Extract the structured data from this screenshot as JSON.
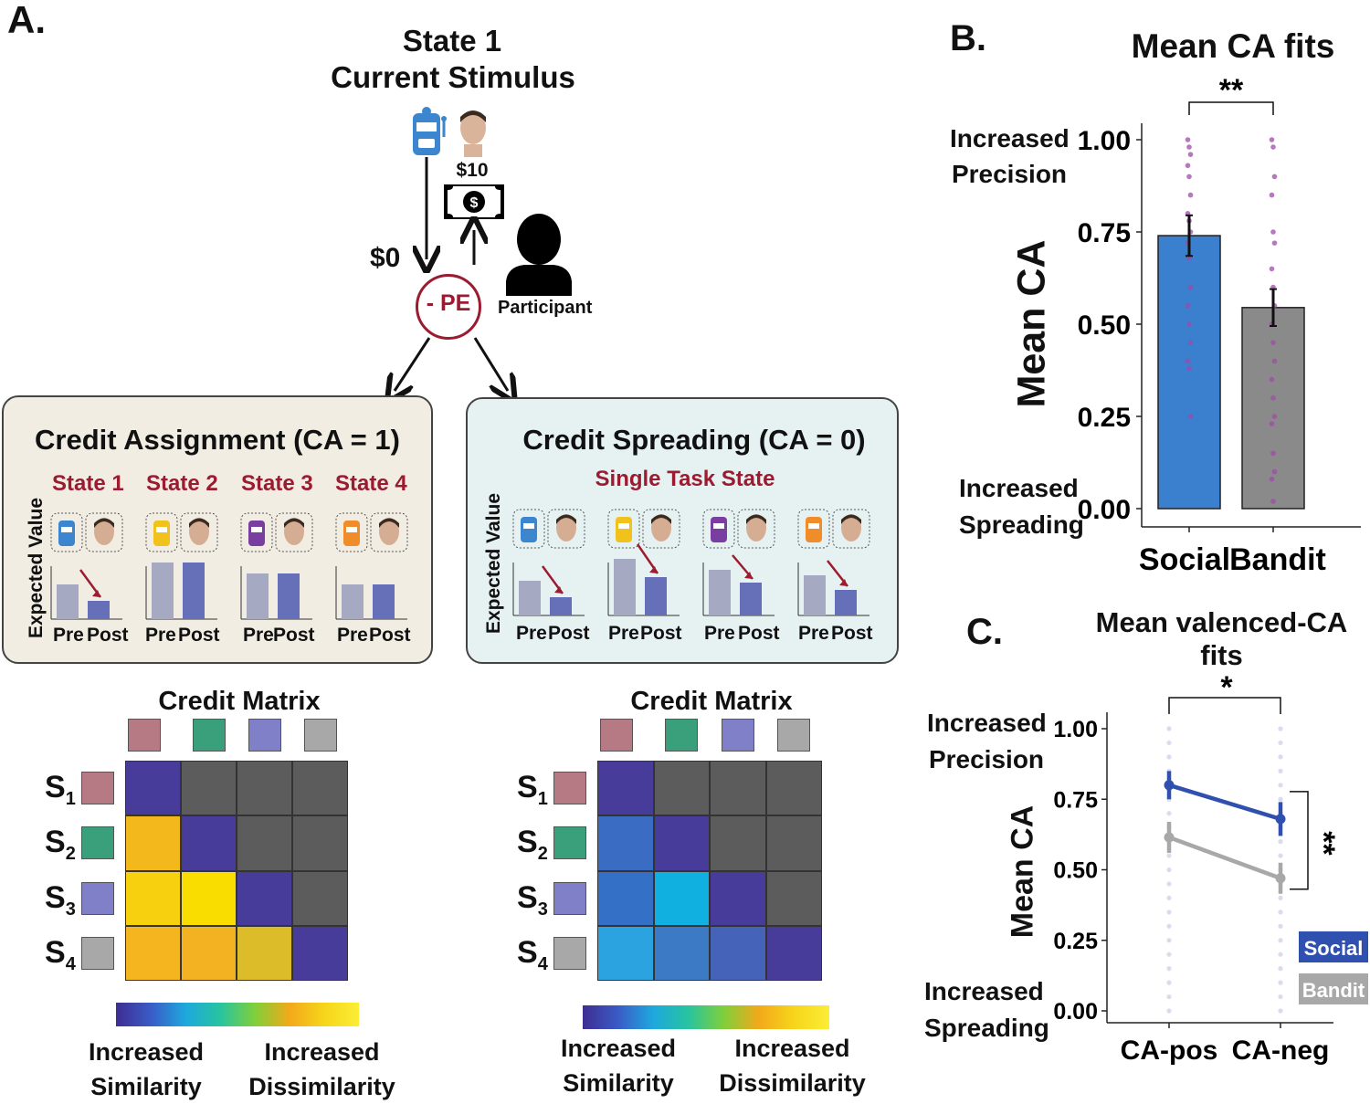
{
  "panel_a": {
    "label": "A.",
    "state1_title": "State 1",
    "state1_subtitle": "Current Stimulus",
    "reward_shown": "$10",
    "reward_missed": "$0",
    "pe_label": "- PE",
    "participant_label": "Participant",
    "ca_box": {
      "title": "Credit Assignment (CA = 1)",
      "states": [
        "State 1",
        "State 2",
        "State 3",
        "State 4"
      ],
      "ylabel": "Expected Value",
      "xlabels": [
        "Pre",
        "Post"
      ]
    },
    "cs_box": {
      "title": "Credit Spreading (CA = 0)",
      "subtitle": "Single Task State",
      "ylabel": "Expected Value",
      "xlabels": [
        "Pre",
        "Post"
      ]
    },
    "matrix_title": "Credit Matrix",
    "row_labels": [
      "S",
      "S",
      "S",
      "S"
    ],
    "row_subscripts": [
      "1",
      "2",
      "3",
      "4"
    ],
    "state_colors": [
      "#b57a84",
      "#3aa07c",
      "#8080c8",
      "#a8a8a8"
    ],
    "colorbar_left": "Increased Similarity",
    "colorbar_right": "Increased Dissimilarity"
  },
  "panel_b": {
    "label": "B.",
    "title": "Mean CA fits",
    "ylabel": "Mean CA",
    "top_annot": "Increased Precision",
    "bottom_annot": "Increased Spreading",
    "significance": "**"
  },
  "panel_c": {
    "label": "C.",
    "title": "Mean valenced-CA fits",
    "ylabel": "Mean CA",
    "top_annot": "Increased Precision",
    "bottom_annot": "Increased Spreading",
    "sig_top": "*",
    "sig_side": "**",
    "legend": [
      "Social",
      "Bandit"
    ]
  },
  "chart_data": [
    {
      "type": "bar",
      "categories": [
        "Social",
        "Bandit"
      ],
      "values": [
        0.74,
        0.545
      ],
      "errors": [
        0.055,
        0.05
      ],
      "colors": [
        "#3b7fcf",
        "#8a8a8a"
      ],
      "yticks": [
        "0.00",
        "0.25",
        "0.50",
        "0.75",
        "1.00"
      ],
      "ylim": [
        0,
        1.0
      ],
      "points": [
        [
          1.0,
          0.98,
          0.96,
          0.93,
          0.9,
          0.85,
          0.8,
          0.78,
          0.75,
          0.72,
          0.68,
          0.6,
          0.55,
          0.5,
          0.45,
          0.4,
          0.38,
          0.25
        ],
        [
          1.0,
          0.98,
          0.9,
          0.85,
          0.75,
          0.72,
          0.65,
          0.6,
          0.55,
          0.5,
          0.45,
          0.4,
          0.35,
          0.3,
          0.25,
          0.23,
          0.15,
          0.1,
          0.08,
          0.02
        ]
      ]
    },
    {
      "type": "line",
      "categories": [
        "CA-pos",
        "CA-neg"
      ],
      "yticks": [
        "0.00",
        "0.25",
        "0.50",
        "0.75",
        "1.00"
      ],
      "ylim": [
        0,
        1.0
      ],
      "series": [
        {
          "name": "Social",
          "values": [
            0.8,
            0.68
          ],
          "errors": [
            0.05,
            0.06
          ],
          "color": "#3050b0"
        },
        {
          "name": "Bandit",
          "values": [
            0.615,
            0.47
          ],
          "errors": [
            0.055,
            0.055
          ],
          "color": "#a8a8a8"
        }
      ]
    },
    {
      "type": "heatmap",
      "name": "credit-assignment-matrix",
      "values": [
        [
          "#483c9a",
          "#5c5c5c",
          "#5c5c5c",
          "#5c5c5c"
        ],
        [
          "#f3b81b",
          "#483c9a",
          "#5c5c5c",
          "#5c5c5c"
        ],
        [
          "#f7d10f",
          "#fadd00",
          "#483c9a",
          "#5c5c5c"
        ],
        [
          "#f5b51f",
          "#f3b221",
          "#ddbc2a",
          "#483c9a"
        ]
      ]
    },
    {
      "type": "heatmap",
      "name": "credit-spreading-matrix",
      "values": [
        [
          "#483c9a",
          "#5c5c5c",
          "#5c5c5c",
          "#5c5c5c"
        ],
        [
          "#3a6cc4",
          "#483c9a",
          "#5c5c5c",
          "#5c5c5c"
        ],
        [
          "#3470c6",
          "#10b0e0",
          "#483c9a",
          "#5c5c5c"
        ],
        [
          "#2ba3e0",
          "#3c7ac6",
          "#4563b8",
          "#483c9a"
        ]
      ]
    }
  ]
}
